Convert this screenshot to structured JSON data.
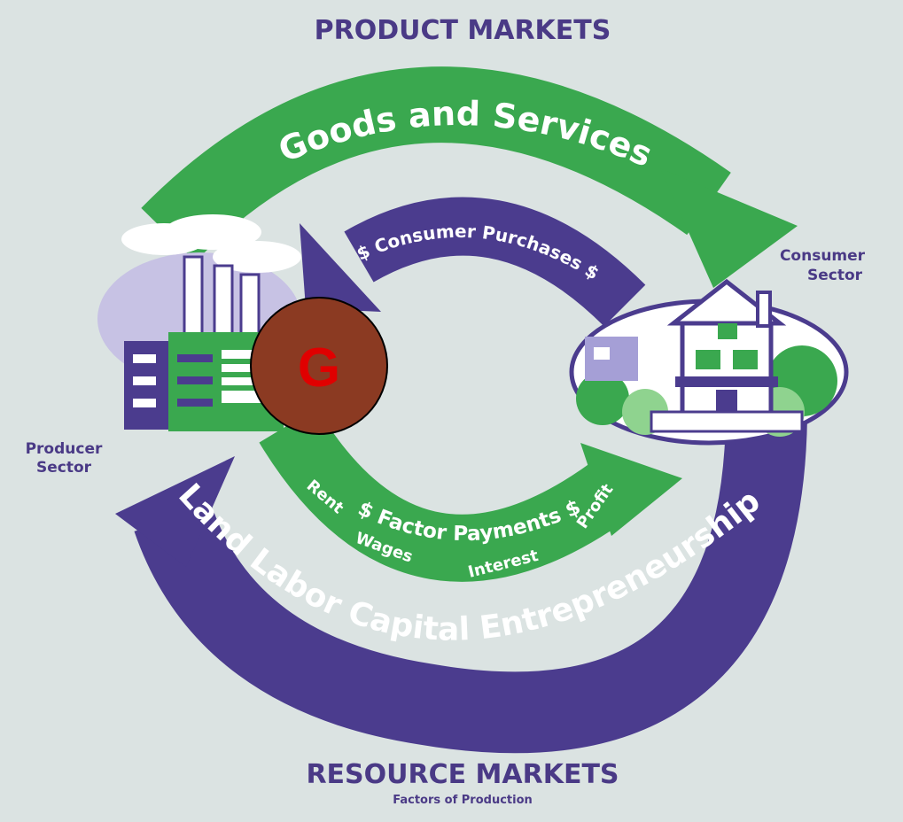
{
  "title": "PRODUCT MARKETS",
  "bottom_title": "RESOURCE MARKETS",
  "bottom_subtitle": "Factors of Production",
  "flows": {
    "goods": "Goods and Services",
    "purchases": "$ Consumer Purchases $",
    "factor_payments": "$ Factor Payments $",
    "resources": "Land  Labor  Capital  Entrepreneurship"
  },
  "payment_labels": {
    "rent": "Rent",
    "wages": "Wages",
    "interest": "Interest",
    "profit": "Profit"
  },
  "sectors": {
    "producer_line1": "Producer",
    "producer_line2": "Sector",
    "consumer_line1": "Consumer",
    "consumer_line2": "Sector"
  },
  "marker": {
    "letter": "G"
  },
  "colors": {
    "green": "#3aa84f",
    "purple": "#4b3c8e",
    "title": "#4a3a86",
    "marker_fill": "#8b3a22",
    "marker_text": "#e00000"
  }
}
